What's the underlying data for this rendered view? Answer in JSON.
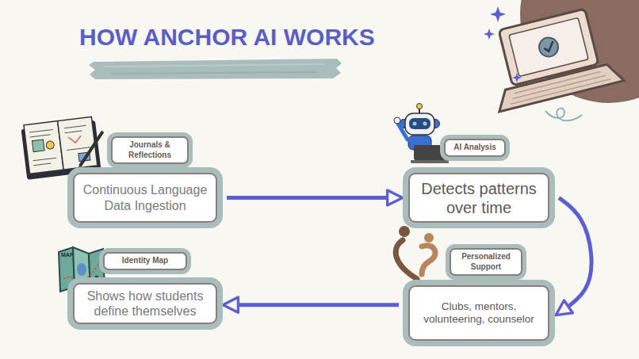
{
  "diagram": {
    "title": "HOW ANCHOR AI WORKS",
    "nodes": [
      {
        "text": [
          "Journals & Reflections",
          "Continuous Language Data Ingestion"
        ]
      },
      {
        "text": [
          "AI Analysis",
          "Detects patterns over time"
        ]
      },
      {
        "text": [
          "Identity Map",
          "Shows how students define themselves"
        ]
      },
      {
        "text": [
          "Personalized Support",
          "Clubs, mentors, volunteering, counselor"
        ]
      }
    ],
    "edges": [
      {
        "from": 0,
        "to": 1,
        "arrow": "to"
      },
      {
        "from": 1,
        "to": 3,
        "arrow": "to"
      },
      {
        "from": 3,
        "to": 2,
        "arrow": "to"
      }
    ],
    "labels": [
      "MAP"
    ]
  }
}
